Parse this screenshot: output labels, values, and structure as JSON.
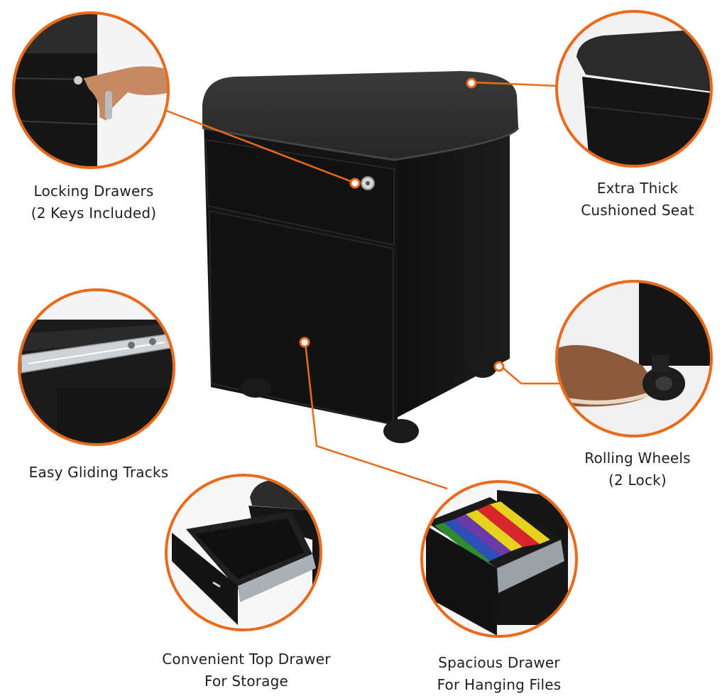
{
  "colors": {
    "accent": "#e96a1b",
    "cabinet": "#151515",
    "cushion": "#2a2a2a",
    "background": "#ffffff"
  },
  "features": [
    {
      "id": "locking",
      "lines": [
        "Locking Drawers",
        "(2 Keys Included)"
      ]
    },
    {
      "id": "seat",
      "lines": [
        "Extra Thick",
        "Cushioned Seat"
      ]
    },
    {
      "id": "tracks",
      "lines": [
        "Easy Gliding Tracks"
      ]
    },
    {
      "id": "wheels",
      "lines": [
        "Rolling Wheels",
        "(2 Lock)"
      ]
    },
    {
      "id": "top-drawer",
      "lines": [
        "Convenient Top Drawer",
        "For Storage"
      ]
    },
    {
      "id": "hanging",
      "lines": [
        "Spacious Drawer",
        "For Hanging Files"
      ]
    }
  ]
}
